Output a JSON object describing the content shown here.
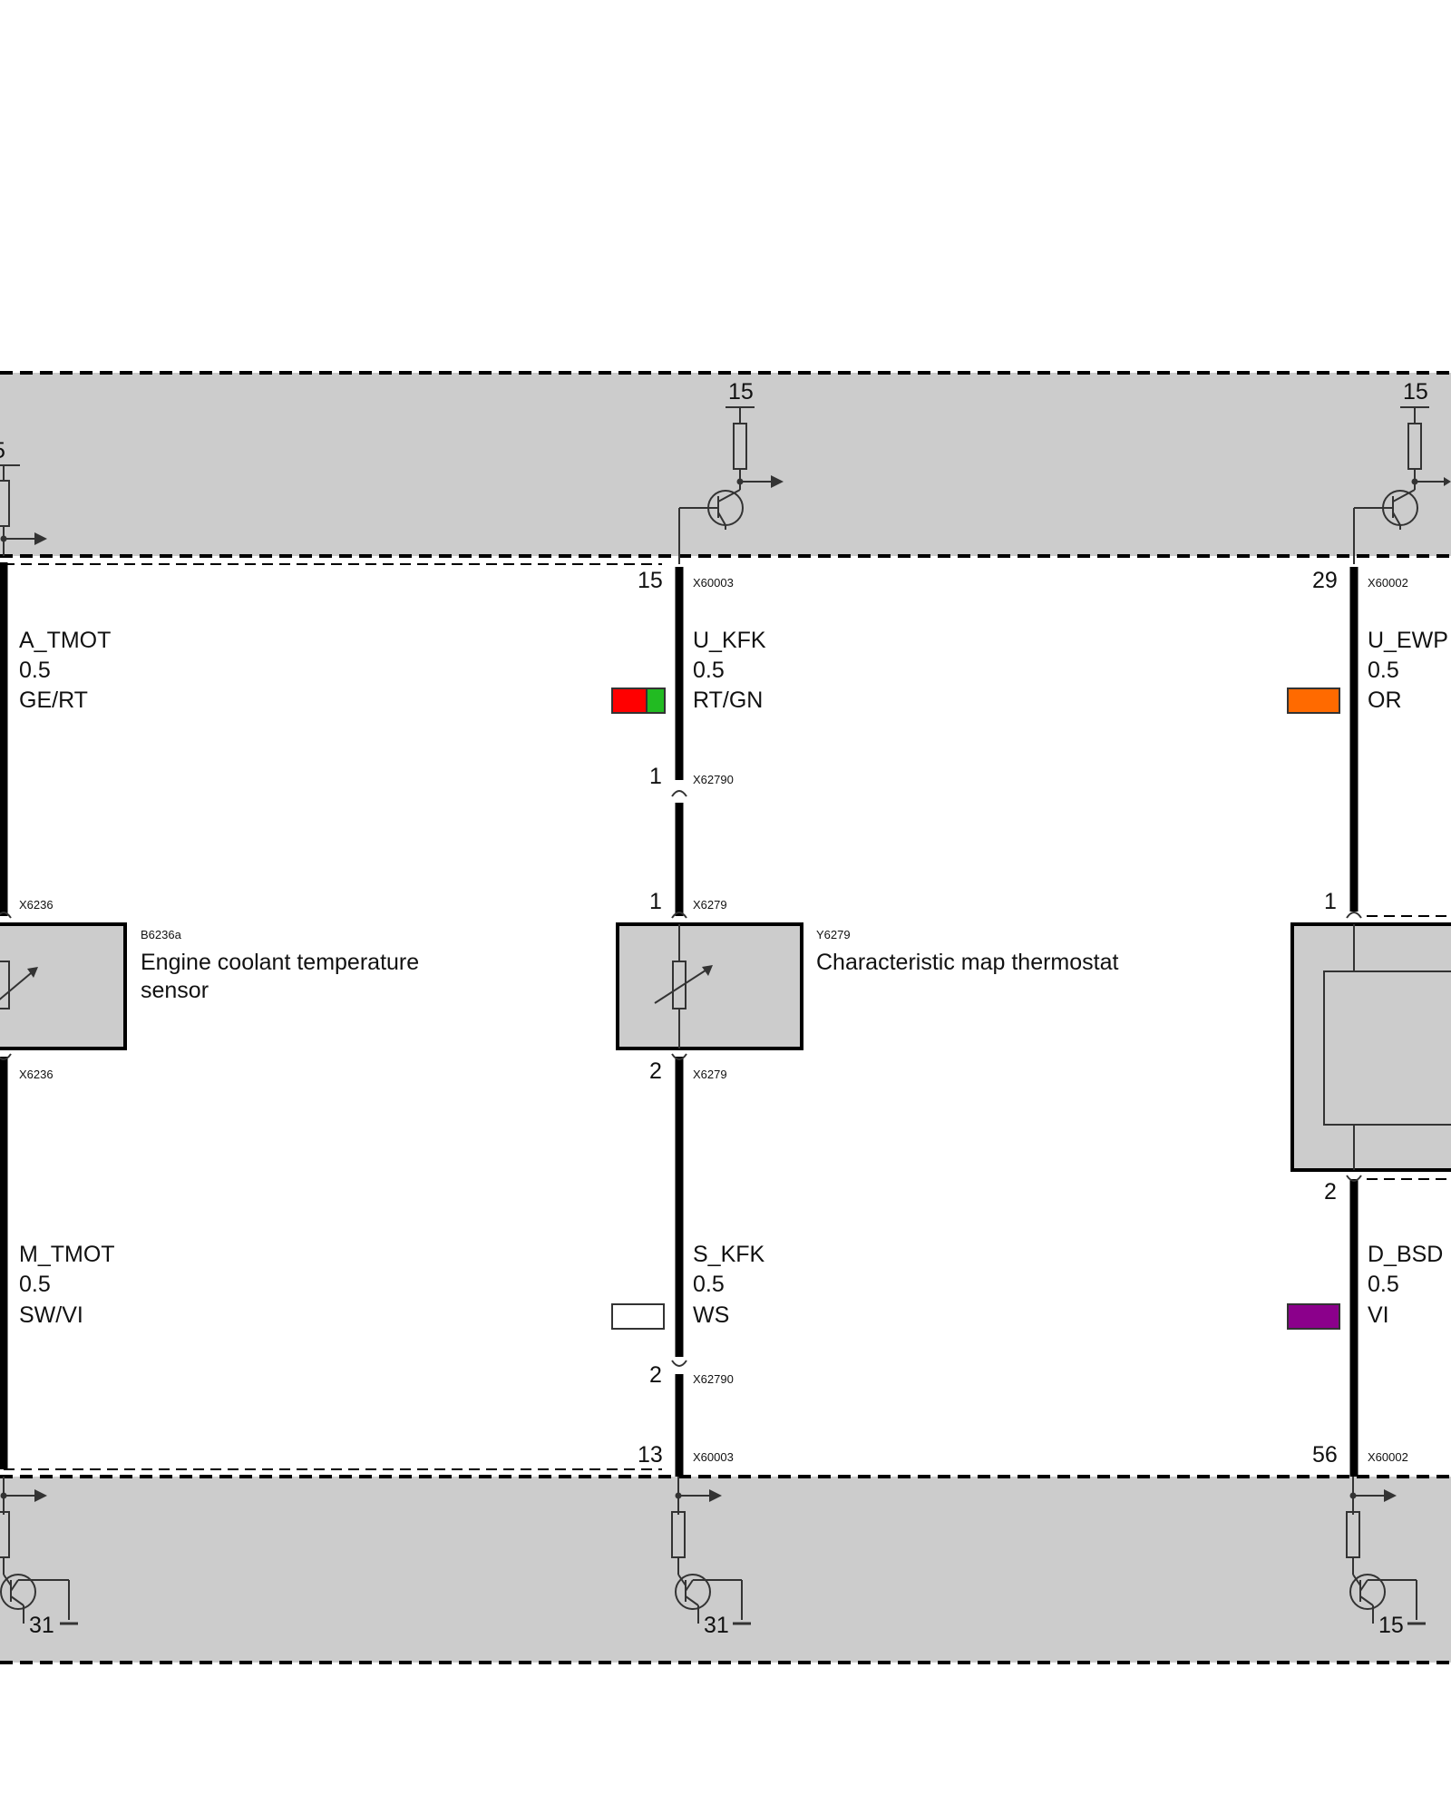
{
  "colors": {
    "ecu_fill": "#cccccc",
    "wire": "#000000",
    "rt": "#ff0000",
    "gn": "#22bb22",
    "or": "#ff6a00",
    "ws": "#ffffff",
    "vi": "#8b008b"
  },
  "top_module": {
    "supply_labels": [
      "5",
      "15",
      "15"
    ]
  },
  "bottom_module": {
    "ground_labels": [
      "31",
      "31",
      "15"
    ]
  },
  "circuits": [
    {
      "id": "left",
      "top_pin": "",
      "top_connector": "",
      "upper_signal": "A_TMOT",
      "upper_gauge": "0.5",
      "upper_color_code": "GE/RT",
      "inline_pin_upper": "",
      "inline_connector_upper": "",
      "comp_pin_upper": "",
      "comp_connector_upper": "X6236",
      "comp_pin_lower": "",
      "comp_connector_lower": "X6236",
      "lower_signal": "M_TMOT",
      "lower_gauge": "0.5",
      "lower_color_code": "SW/VI",
      "inline_pin_lower": "",
      "inline_connector_lower": "",
      "bottom_pin": "",
      "bottom_connector": ""
    },
    {
      "id": "middle",
      "top_pin": "15",
      "top_connector": "X60003",
      "upper_signal": "U_KFK",
      "upper_gauge": "0.5",
      "upper_color_code": "RT/GN",
      "inline_pin_upper": "1",
      "inline_connector_upper": "X62790",
      "comp_pin_upper": "1",
      "comp_connector_upper": "X6279",
      "comp_pin_lower": "2",
      "comp_connector_lower": "X6279",
      "lower_signal": "S_KFK",
      "lower_gauge": "0.5",
      "lower_color_code": "WS",
      "inline_pin_lower": "2",
      "inline_connector_lower": "X62790",
      "bottom_pin": "13",
      "bottom_connector": "X60003"
    },
    {
      "id": "right",
      "top_pin": "29",
      "top_connector": "X60002",
      "upper_signal": "U_EWP",
      "upper_gauge": "0.5",
      "upper_color_code": "OR",
      "inline_pin_upper": "",
      "inline_connector_upper": "",
      "comp_pin_upper": "1",
      "comp_connector_upper": "",
      "comp_pin_lower": "2",
      "comp_connector_lower": "",
      "lower_signal": "D_BSD",
      "lower_gauge": "0.5",
      "lower_color_code": "VI",
      "inline_pin_lower": "",
      "inline_connector_lower": "",
      "bottom_pin": "56",
      "bottom_connector": "X60002"
    }
  ],
  "components": [
    {
      "id": "B6236a",
      "code": "B6236a",
      "name_line1": "Engine coolant temperature",
      "name_line2": "sensor"
    },
    {
      "id": "Y6279",
      "code": "Y6279",
      "name_line1": "Characteristic map thermostat",
      "name_line2": ""
    }
  ]
}
